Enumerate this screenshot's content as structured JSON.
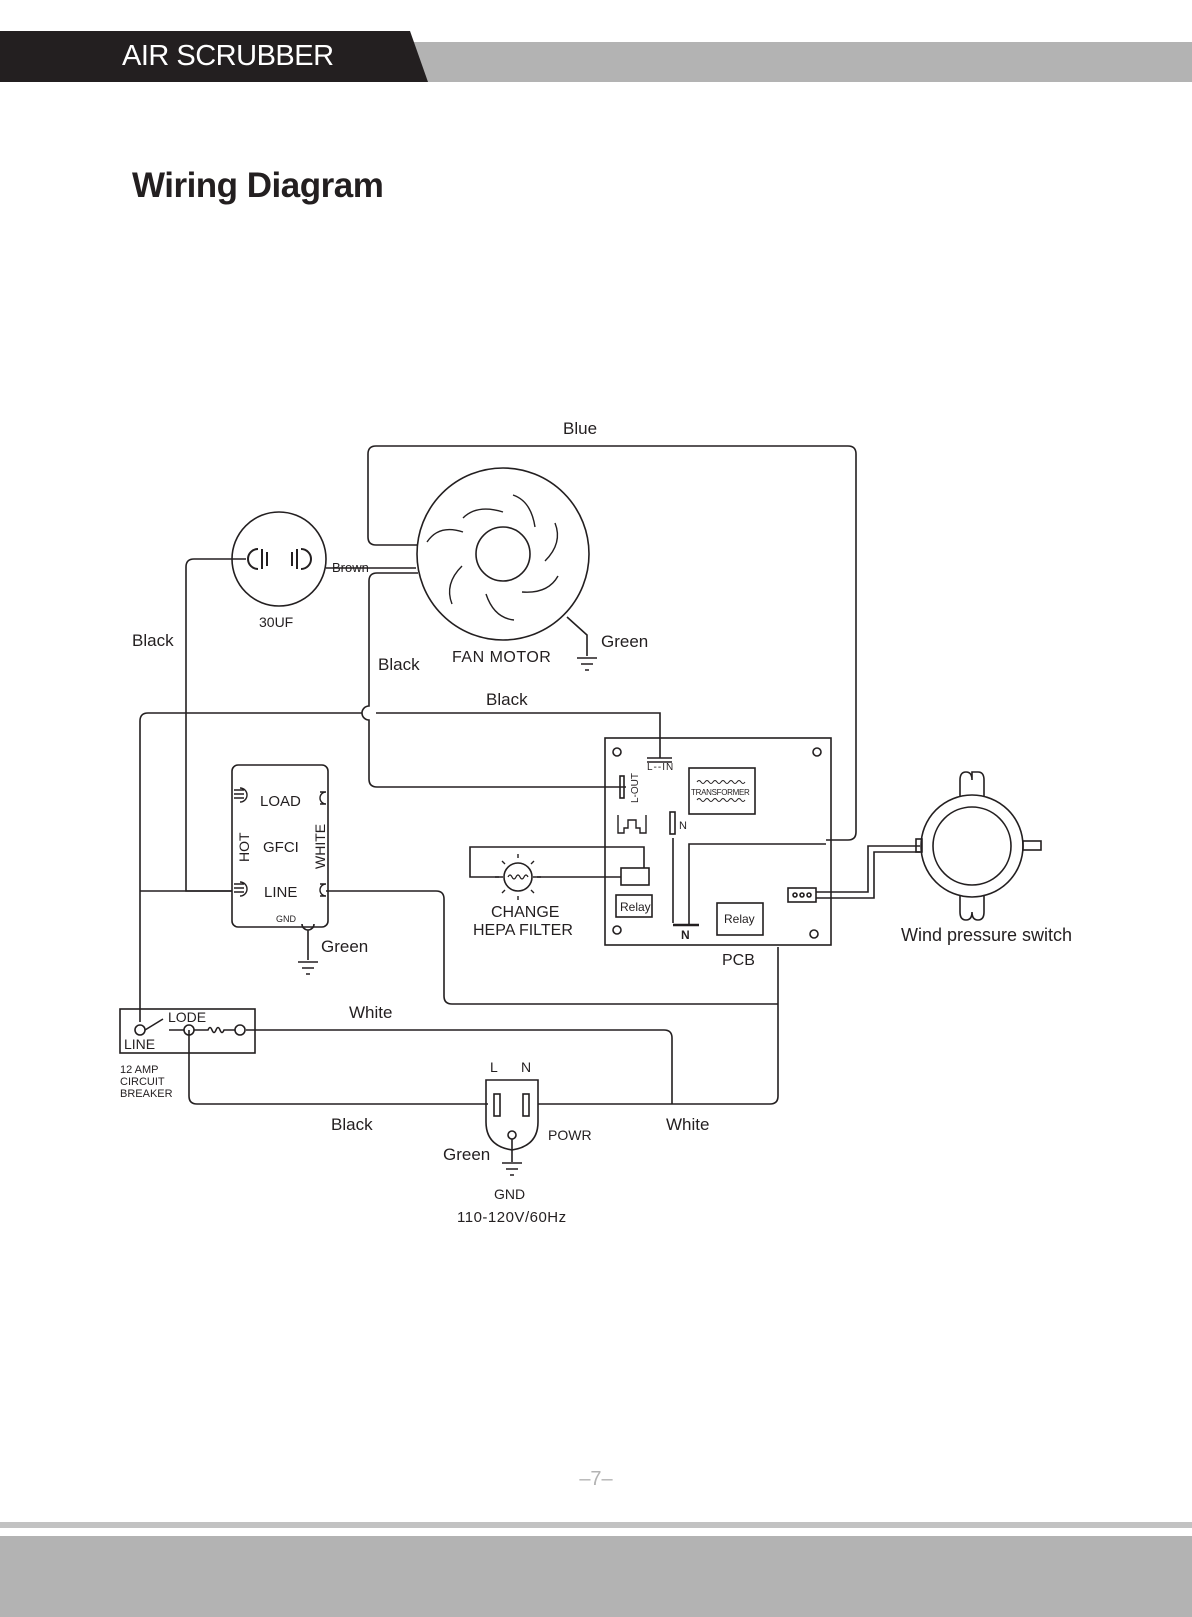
{
  "header": {
    "title": "AIR SCRUBBER"
  },
  "page": {
    "title": "Wiring Diagram",
    "number": "–7–"
  },
  "diagram": {
    "wires": {
      "blue": "Blue",
      "brown": "Brown",
      "black_left": "Black",
      "black_motor": "Black",
      "black_top": "Black",
      "black_bottom": "Black",
      "green_motor": "Green",
      "green_gfci": "Green",
      "green_plug": "Green",
      "white_top": "White",
      "white_bottom": "White"
    },
    "capacitor": {
      "label": "30UF"
    },
    "fan": {
      "label": "FAN MOTOR"
    },
    "gfci": {
      "load": "LOAD",
      "gfci": "GFCI",
      "line": "LINE",
      "hot": "HOT",
      "white": "WHITE",
      "gnd": "GND"
    },
    "pcb": {
      "label": "PCB",
      "l_in": "L--IN",
      "l_out": "L-OUT",
      "n_top": "N",
      "n_bottom": "N",
      "transformer": "TRANSFORMER",
      "relay_left": "Relay",
      "relay_right": "Relay"
    },
    "filter": {
      "line1": "CHANGE",
      "line2": "HEPA FILTER"
    },
    "switch": {
      "label": "Wind pressure switch"
    },
    "breaker": {
      "lode": "LODE",
      "line": "LINE",
      "line1": "12 AMP",
      "line2": "CIRCUIT",
      "line3": "BREAKER"
    },
    "plug": {
      "l": "L",
      "n": "N",
      "powr": "POWR",
      "gnd": "GND",
      "voltage": "110-120V/60Hz"
    }
  }
}
